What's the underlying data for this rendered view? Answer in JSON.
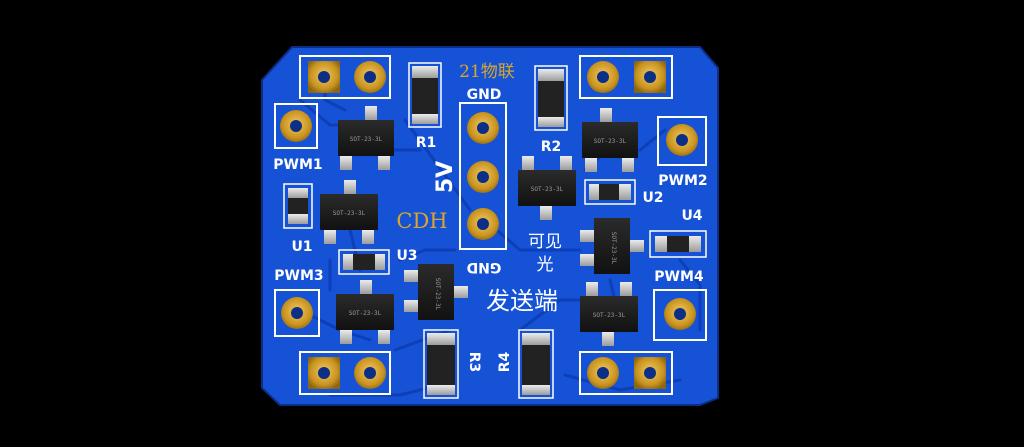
{
  "colors": {
    "background": "#000000",
    "board": "#1552d6",
    "trace": "#0d3fb8",
    "silkscreen": "#ffffff",
    "pad_gold": "#d4a12a",
    "chip_body": "#1c1c1c",
    "resistor_body": "#222222",
    "pin_silver": "#c8c8c8",
    "label_gold": "#d8a62a"
  },
  "board": {
    "top_annotation": "21物联",
    "cdh_label": "CDH",
    "visible_light_line1": "可见",
    "visible_light_line2": "光",
    "sender_label": "发送端"
  },
  "header": {
    "gnd_top": "GND",
    "gnd_bottom": "GND",
    "power_label": "5V"
  },
  "labels": {
    "pwm1": "PWM1",
    "pwm2": "PWM2",
    "pwm3": "PWM3",
    "pwm4": "PWM4",
    "r1": "R1",
    "r2": "R2",
    "r3": "R3",
    "r4": "R4",
    "u1": "U1",
    "u2": "U2",
    "u3": "U3",
    "u4": "U4"
  },
  "chips": {
    "marking": "SOT-23-3L"
  }
}
